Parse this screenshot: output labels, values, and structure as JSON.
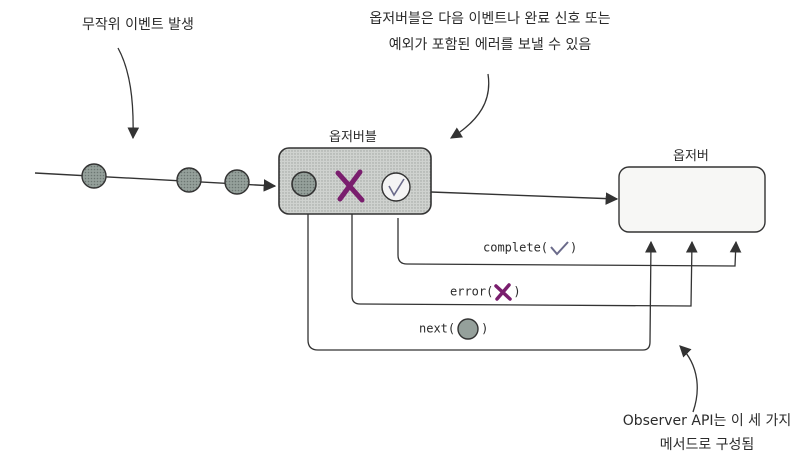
{
  "annotations": {
    "random_events": "무작위 이벤트 발생",
    "observable_can_send_line1": "옵저버블은 다음 이벤트나 완료 신호 또는",
    "observable_can_send_line2": "예외가 포함된 에러를 보낼 수 있음",
    "observer_api_line1": "Observer API는 이 세 가지",
    "observer_api_line2": "메서드로 구성됨"
  },
  "nodes": {
    "observable_label": "옵저버블",
    "observer_label": "옵저버"
  },
  "methods": {
    "complete_prefix": "complete(",
    "complete_suffix": ")",
    "error_prefix": "error(",
    "error_suffix": ")",
    "next_prefix": "next(",
    "next_suffix": ")"
  },
  "colors": {
    "event_fill": "#8f9a96",
    "error_color": "#7a1e6e",
    "checkmark_color": "#6a6a8a",
    "line_color": "#333333",
    "observable_fill": "#d6d8d6",
    "observer_fill": "#f7f7f5"
  },
  "icons": {
    "event_marble": "circle",
    "error_marker": "x-mark",
    "complete_marker": "checkmark"
  }
}
